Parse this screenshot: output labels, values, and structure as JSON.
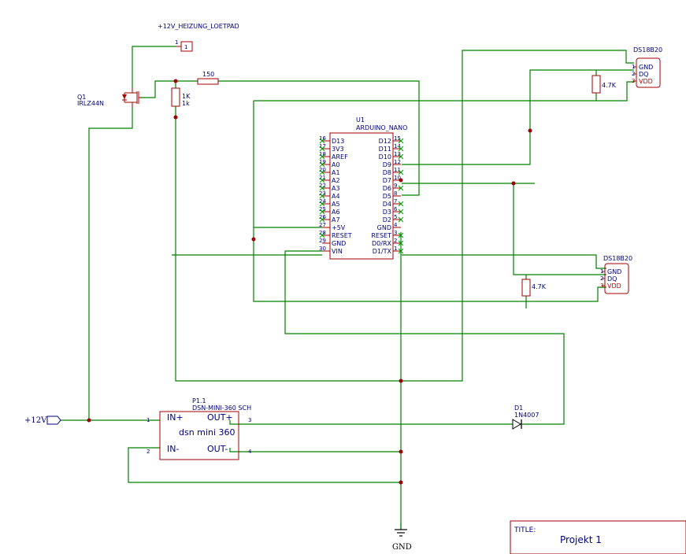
{
  "labels": {
    "heater_pad": "+12V_HEIZUNG_LOETPAD",
    "q1_ref": "Q1",
    "q1_val": "IRLZ44N",
    "r_150": "150",
    "r_1k_a": "1K",
    "r_1k_b": "1k",
    "u1_ref": "U1",
    "u1_val": "ARDUINO_NANO",
    "ds1_name": "DS18B20",
    "ds2_name": "DS18B20",
    "r_4k7_a": "4.7K",
    "r_4k7_b": "4.7K",
    "p1_ref": "P1.1",
    "p1_val": "DSN-MINI-360 SCH",
    "p1_title": "dsn mini 360",
    "d1_ref": "D1",
    "d1_val": "1N4007",
    "power_in": "+12V",
    "gnd": "GND",
    "title_label": "TITLE:",
    "title_value": "Projekt 1"
  },
  "nano_left": [
    {
      "name": "D13",
      "pin": "16"
    },
    {
      "name": "3V3",
      "pin": "17"
    },
    {
      "name": "AREF",
      "pin": "18"
    },
    {
      "name": "A0",
      "pin": "19"
    },
    {
      "name": "A1",
      "pin": "20"
    },
    {
      "name": "A2",
      "pin": "21"
    },
    {
      "name": "A3",
      "pin": "22"
    },
    {
      "name": "A4",
      "pin": "23"
    },
    {
      "name": "A5",
      "pin": "24"
    },
    {
      "name": "A6",
      "pin": "25"
    },
    {
      "name": "A7",
      "pin": "26"
    },
    {
      "name": "+5V",
      "pin": "27"
    },
    {
      "name": "RESET",
      "pin": "28"
    },
    {
      "name": "GND",
      "pin": "29"
    },
    {
      "name": "VIN",
      "pin": "30"
    }
  ],
  "nano_right": [
    {
      "name": "D12",
      "pin": "15"
    },
    {
      "name": "D11",
      "pin": "14"
    },
    {
      "name": "D10",
      "pin": "13"
    },
    {
      "name": "D9",
      "pin": "12"
    },
    {
      "name": "D8",
      "pin": "11"
    },
    {
      "name": "D7",
      "pin": "10"
    },
    {
      "name": "D6",
      "pin": "9"
    },
    {
      "name": "D5",
      "pin": "8"
    },
    {
      "name": "D4",
      "pin": "7"
    },
    {
      "name": "D3",
      "pin": "6"
    },
    {
      "name": "D2",
      "pin": "5"
    },
    {
      "name": "GND",
      "pin": "4"
    },
    {
      "name": "RESET",
      "pin": "3"
    },
    {
      "name": "D0/RX",
      "pin": "2"
    },
    {
      "name": "D1/TX",
      "pin": "1"
    }
  ],
  "ds_pins": [
    {
      "name": "GND",
      "pin": "1"
    },
    {
      "name": "DQ",
      "pin": "2"
    },
    {
      "name": "VDD",
      "pin": "3"
    }
  ],
  "p1_pins": {
    "in_plus": "IN+",
    "in_minus": "IN-",
    "out_plus": "OUT+",
    "out_minus": "OUT-",
    "n1": "1",
    "n2": "2",
    "n3": "3",
    "n4": "4"
  },
  "conn_pin": "1",
  "colors": {
    "wire": "#008000",
    "part": "#a00000",
    "text": "#000080",
    "fill": "#ffffc0"
  }
}
